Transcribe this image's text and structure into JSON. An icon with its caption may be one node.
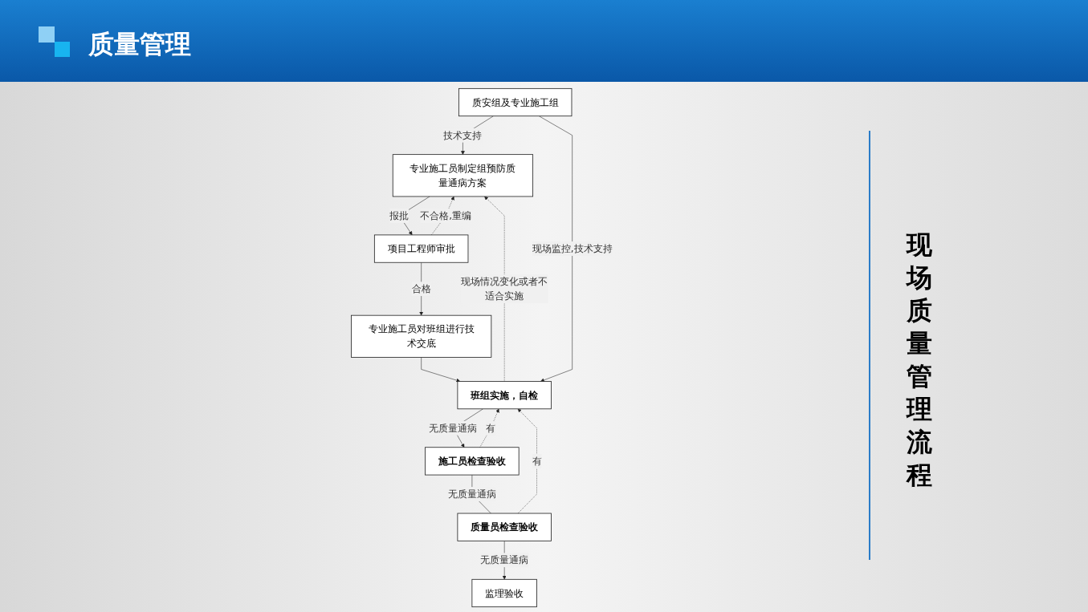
{
  "diagram": {
    "title": "质量管理",
    "nodes": [
      {
        "text": [
          "专业施工员制定组预防质量通病方案"
        ]
      },
      {
        "text": [
          "质安组及专业施工组"
        ]
      },
      {
        "text": [
          "项目工程师审批"
        ]
      },
      {
        "text": [
          "专业施工员对班组进行技术交底"
        ]
      },
      {
        "text": [
          "班组实施，自检"
        ]
      },
      {
        "text": [
          "施工员检查验收"
        ]
      },
      {
        "text": [
          "质量员检查验收"
        ]
      },
      {
        "text": [
          "监理验收"
        ]
      }
    ],
    "edges": [
      {
        "from": 1,
        "to": 0,
        "arrow": "to",
        "label": "技术支持"
      },
      {
        "from": 0,
        "to": 2,
        "arrow": "to",
        "label": "报批"
      },
      {
        "from": 2,
        "to": 0,
        "arrow": "to",
        "label": "不合格,重编",
        "style": "dashed"
      },
      {
        "from": 2,
        "to": 3,
        "arrow": "to",
        "label": "合格"
      },
      {
        "from": 3,
        "to": 4,
        "arrow": "to"
      },
      {
        "from": 1,
        "to": 4,
        "arrow": "to",
        "label": "现场监控,技术支持"
      },
      {
        "from": 4,
        "to": 0,
        "arrow": "to",
        "label": "现场情况变化或者不适合实施",
        "style": "dashed"
      },
      {
        "from": 4,
        "to": 5,
        "arrow": "to",
        "label": "无质量通病"
      },
      {
        "from": 5,
        "to": 4,
        "arrow": "to",
        "label": "有",
        "style": "dashed"
      },
      {
        "from": 5,
        "to": 6,
        "arrow": "none",
        "label": "无质量通病"
      },
      {
        "from": 6,
        "to": 4,
        "arrow": "to",
        "label": "有",
        "style": "dashed"
      },
      {
        "from": 6,
        "to": 7,
        "arrow": "to",
        "label": "无质量通病"
      }
    ],
    "labels": [
      "现场质量管理流程"
    ]
  }
}
